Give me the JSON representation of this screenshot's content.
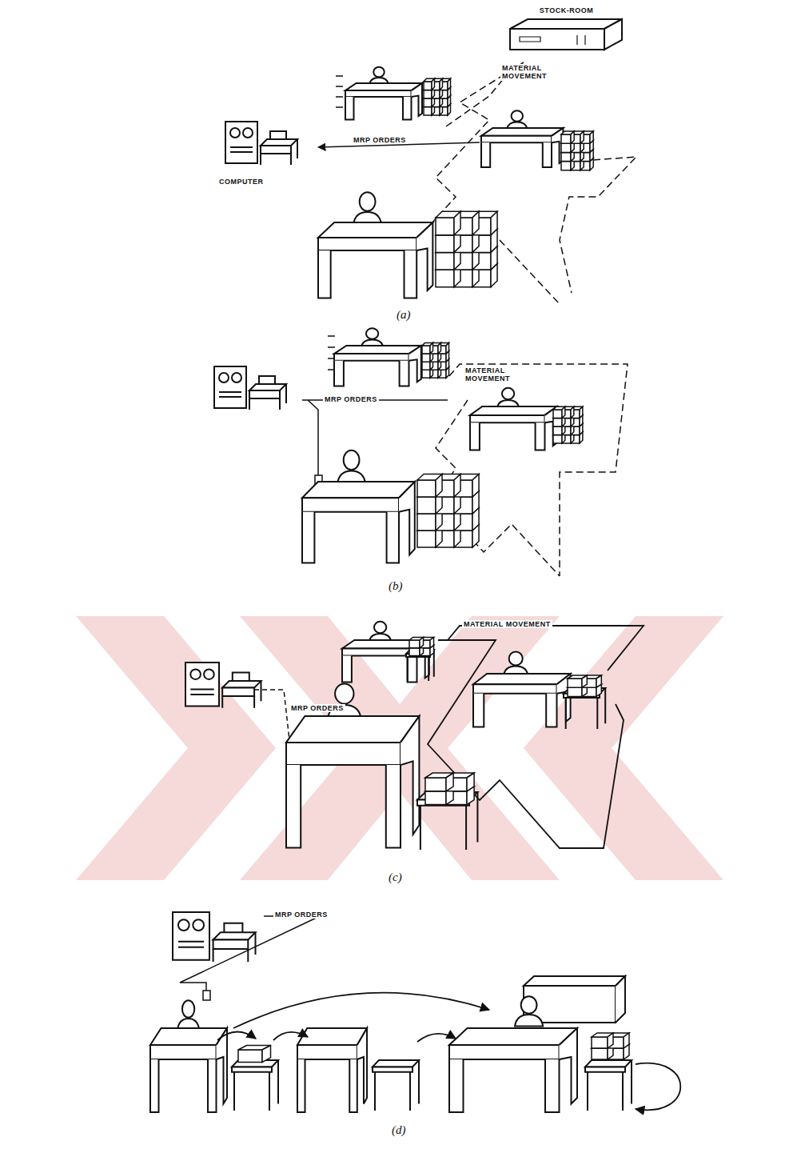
{
  "diagram": {
    "nodes": [
      {
        "text": [
          "STOCK-ROOM"
        ]
      },
      {
        "text": [
          "COMPUTER"
        ]
      }
    ],
    "labels": [
      "MATERIAL MOVEMENT",
      "MRP ORDERS",
      "(a)",
      "MATERIAL MOVEMENT",
      "MRP ORDERS",
      "(b)",
      "MATERIAL MOVEMENT",
      "MRP ORDERS",
      "(c)",
      "MRP ORDERS",
      "(d)"
    ]
  }
}
